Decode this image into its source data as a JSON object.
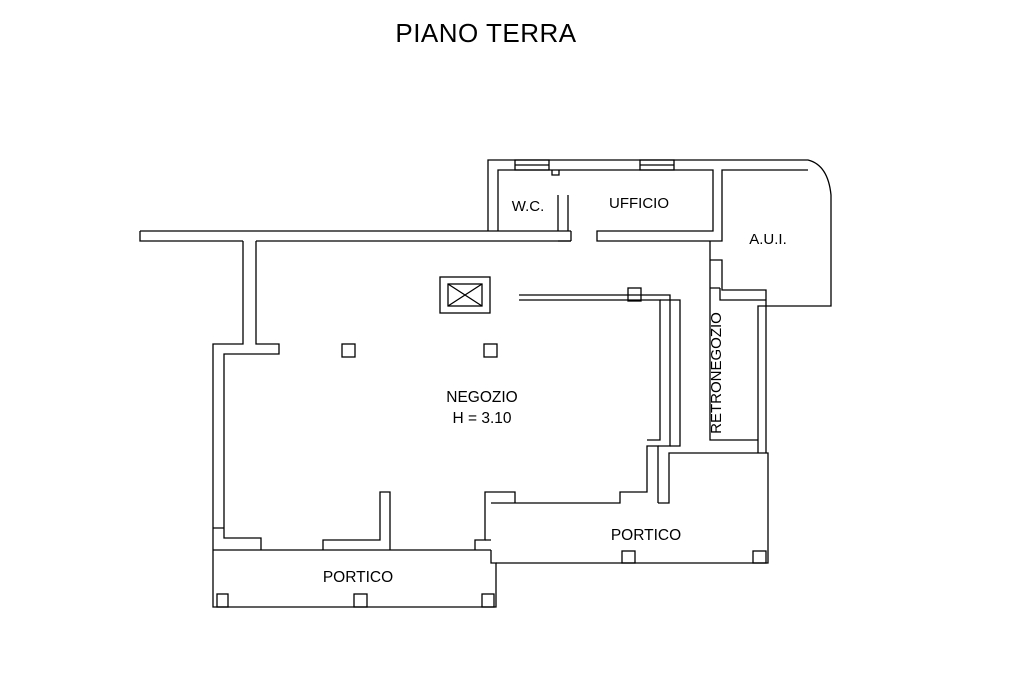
{
  "title": "PIANO TERRA",
  "rooms": {
    "wc": "W.C.",
    "ufficio": "UFFICIO",
    "aui": "A.U.I.",
    "retronegozio": "RETRONEGOZIO",
    "negozio": "NEGOZIO",
    "negozio_height": "H = 3.10",
    "portico_left": "PORTICO",
    "portico_right": "PORTICO"
  },
  "colors": {
    "line": "#000000",
    "background": "#ffffff"
  }
}
